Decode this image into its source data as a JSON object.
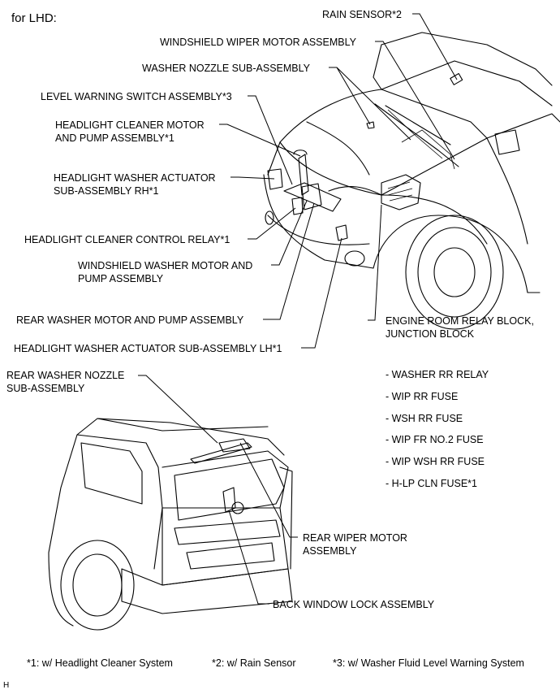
{
  "header": {
    "title": "for LHD:"
  },
  "labels": {
    "rain_sensor": "RAIN SENSOR*2",
    "windshield_wiper_motor": "WINDSHIELD WIPER MOTOR ASSEMBLY",
    "washer_nozzle": "WASHER NOZZLE SUB-ASSEMBLY",
    "level_warning_switch": "LEVEL WARNING SWITCH ASSEMBLY*3",
    "headlight_cleaner_motor": "HEADLIGHT CLEANER MOTOR\nAND PUMP ASSEMBLY*1",
    "headlight_washer_actuator_rh": "HEADLIGHT WASHER ACTUATOR\nSUB-ASSEMBLY RH*1",
    "headlight_cleaner_relay": "HEADLIGHT CLEANER CONTROL RELAY*1",
    "windshield_washer_motor": "WINDSHIELD WASHER MOTOR AND\nPUMP ASSEMBLY",
    "rear_washer_motor": "REAR WASHER MOTOR AND PUMP ASSEMBLY",
    "headlight_washer_actuator_lh": "HEADLIGHT WASHER ACTUATOR SUB-ASSEMBLY LH*1",
    "engine_room_relay_block": "ENGINE ROOM RELAY BLOCK,\nJUNCTION BLOCK",
    "rear_washer_nozzle": "REAR WASHER NOZZLE\nSUB-ASSEMBLY",
    "rear_wiper_motor": "REAR WIPER MOTOR\nASSEMBLY",
    "back_window_lock": "BACK WINDOW LOCK ASSEMBLY"
  },
  "relay_items": [
    "- WASHER RR RELAY",
    "- WIP RR FUSE",
    "- WSH RR FUSE",
    "- WIP FR NO.2 FUSE",
    "- WIP WSH RR FUSE",
    "- H-LP CLN FUSE*1"
  ],
  "footnotes": [
    "*1: w/ Headlight Cleaner System",
    "*2: w/ Rain Sensor",
    "*3: w/ Washer Fluid Level Warning System"
  ],
  "corner_mark": "H"
}
